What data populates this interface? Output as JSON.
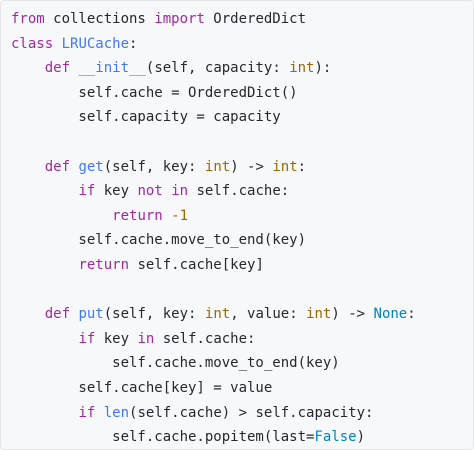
{
  "code_lines": [
    [
      {
        "t": "from",
        "c": "kw"
      },
      {
        "t": " collections ",
        "c": ""
      },
      {
        "t": "import",
        "c": "kw"
      },
      {
        "t": " OrderedDict",
        "c": ""
      }
    ],
    [
      {
        "t": "class",
        "c": "kw"
      },
      {
        "t": " ",
        "c": ""
      },
      {
        "t": "LRUCache",
        "c": "fn"
      },
      {
        "t": ":",
        "c": ""
      }
    ],
    [
      {
        "t": "    ",
        "c": ""
      },
      {
        "t": "def",
        "c": "kw"
      },
      {
        "t": " ",
        "c": ""
      },
      {
        "t": "__init__",
        "c": "fn"
      },
      {
        "t": "(self, capacity: ",
        "c": ""
      },
      {
        "t": "int",
        "c": "ty"
      },
      {
        "t": "):",
        "c": ""
      }
    ],
    [
      {
        "t": "        self.cache = OrderedDict()",
        "c": ""
      }
    ],
    [
      {
        "t": "        self.capacity = capacity",
        "c": ""
      }
    ],
    [
      {
        "t": "",
        "c": ""
      }
    ],
    [
      {
        "t": "    ",
        "c": ""
      },
      {
        "t": "def",
        "c": "kw"
      },
      {
        "t": " ",
        "c": ""
      },
      {
        "t": "get",
        "c": "fn"
      },
      {
        "t": "(self, key: ",
        "c": ""
      },
      {
        "t": "int",
        "c": "ty"
      },
      {
        "t": ") -> ",
        "c": ""
      },
      {
        "t": "int",
        "c": "ty"
      },
      {
        "t": ":",
        "c": ""
      }
    ],
    [
      {
        "t": "        ",
        "c": ""
      },
      {
        "t": "if",
        "c": "kw"
      },
      {
        "t": " key ",
        "c": ""
      },
      {
        "t": "not",
        "c": "kw"
      },
      {
        "t": " ",
        "c": ""
      },
      {
        "t": "in",
        "c": "kw"
      },
      {
        "t": " self.cache:",
        "c": ""
      }
    ],
    [
      {
        "t": "            ",
        "c": ""
      },
      {
        "t": "return",
        "c": "kw"
      },
      {
        "t": " ",
        "c": ""
      },
      {
        "t": "-1",
        "c": "num"
      }
    ],
    [
      {
        "t": "        self.cache.move_to_end(key)",
        "c": ""
      }
    ],
    [
      {
        "t": "        ",
        "c": ""
      },
      {
        "t": "return",
        "c": "kw"
      },
      {
        "t": " self.cache[key]",
        "c": ""
      }
    ],
    [
      {
        "t": "",
        "c": ""
      }
    ],
    [
      {
        "t": "    ",
        "c": ""
      },
      {
        "t": "def",
        "c": "kw"
      },
      {
        "t": " ",
        "c": ""
      },
      {
        "t": "put",
        "c": "fn"
      },
      {
        "t": "(self, key: ",
        "c": ""
      },
      {
        "t": "int",
        "c": "ty"
      },
      {
        "t": ", value: ",
        "c": ""
      },
      {
        "t": "int",
        "c": "ty"
      },
      {
        "t": ") -> ",
        "c": ""
      },
      {
        "t": "None",
        "c": "cst"
      },
      {
        "t": ":",
        "c": ""
      }
    ],
    [
      {
        "t": "        ",
        "c": ""
      },
      {
        "t": "if",
        "c": "kw"
      },
      {
        "t": " key ",
        "c": ""
      },
      {
        "t": "in",
        "c": "kw"
      },
      {
        "t": " self.cache:",
        "c": ""
      }
    ],
    [
      {
        "t": "            self.cache.move_to_end(key)",
        "c": ""
      }
    ],
    [
      {
        "t": "        self.cache[key] = value",
        "c": ""
      }
    ],
    [
      {
        "t": "        ",
        "c": ""
      },
      {
        "t": "if",
        "c": "kw"
      },
      {
        "t": " ",
        "c": ""
      },
      {
        "t": "len",
        "c": "fn"
      },
      {
        "t": "(self.cache) > self.capacity:",
        "c": ""
      }
    ],
    [
      {
        "t": "            self.cache.popitem(last=",
        "c": ""
      },
      {
        "t": "False",
        "c": "cst"
      },
      {
        "t": ")",
        "c": ""
      }
    ]
  ]
}
